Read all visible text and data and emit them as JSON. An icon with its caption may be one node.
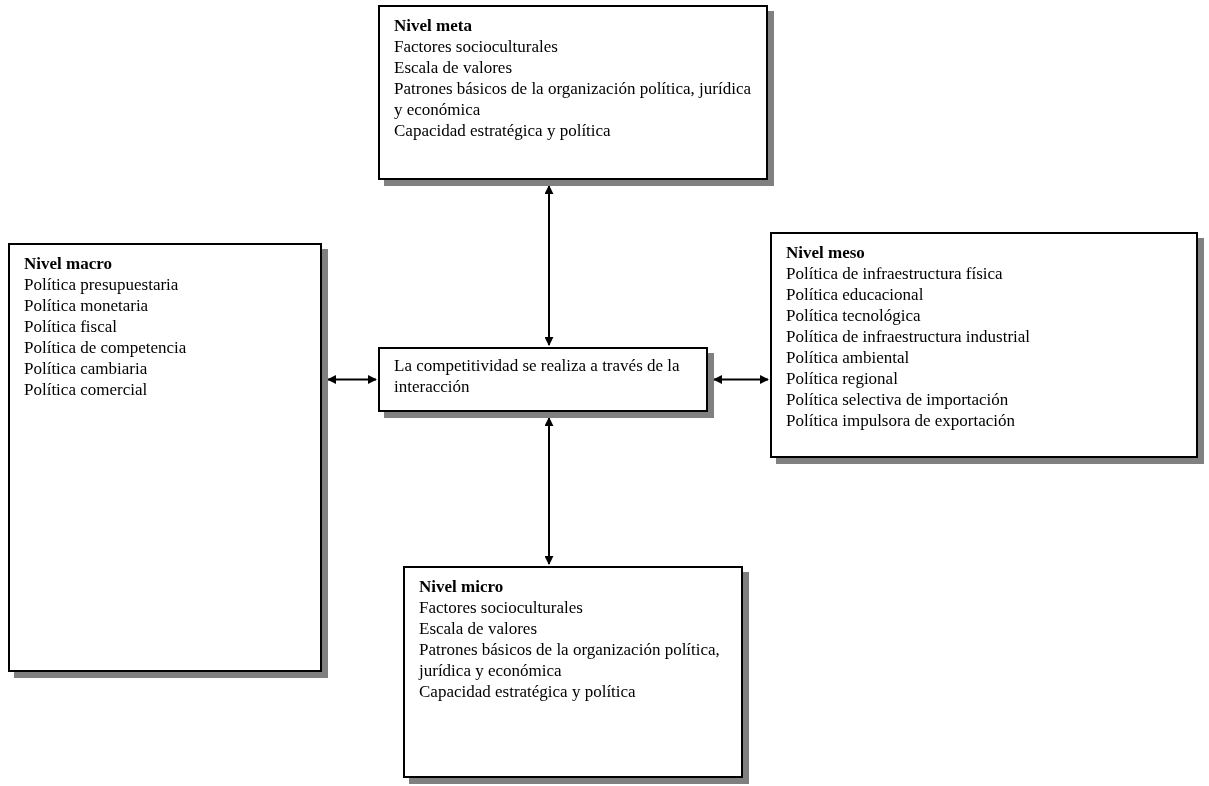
{
  "diagram": {
    "nodes": [
      {
        "text": [
          "Nivel meta",
          "Factores socioculturales",
          "Escala de valores",
          "Patrones básicos de la organización política, jurídica y económica",
          "Capacidad estratégica y política"
        ]
      },
      {
        "text": [
          "Nivel macro",
          "Política presupuestaria",
          "Política monetaria",
          "Política fiscal",
          "Política de competencia",
          "Política cambiaria",
          "Política comercial"
        ]
      },
      {
        "text": [
          "La competitividad se realiza a través de la interacción"
        ]
      },
      {
        "text": [
          "Nivel meso",
          "Política de infraestructura física",
          "Política educacional",
          "Política tecnológica",
          "Política de infraestructura industrial",
          "Política ambiental",
          "Política regional",
          "Política selectiva de importación",
          "Política impulsora de exportación"
        ]
      },
      {
        "text": [
          "Nivel micro",
          "Factores socioculturales",
          "Escala de valores",
          "Patrones básicos de la organización política, jurídica y económica",
          "Capacidad estratégica y política"
        ]
      }
    ],
    "edges": [
      {
        "from": 0,
        "to": 2,
        "arrow": "both"
      },
      {
        "from": 1,
        "to": 2,
        "arrow": "both"
      },
      {
        "from": 2,
        "to": 3,
        "arrow": "both"
      },
      {
        "from": 2,
        "to": 4,
        "arrow": "both"
      }
    ]
  }
}
